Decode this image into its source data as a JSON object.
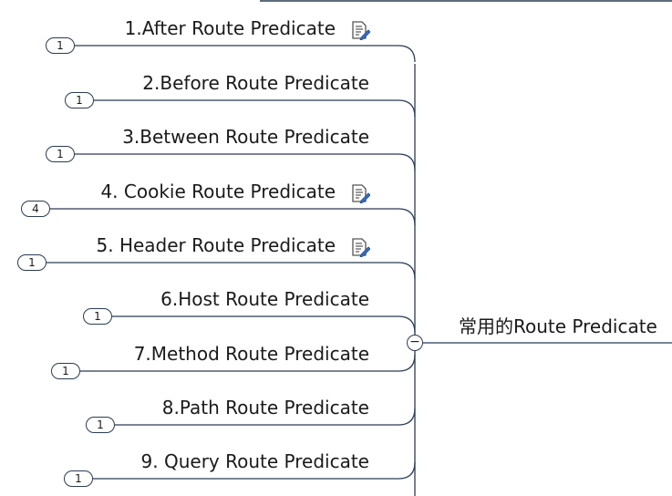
{
  "root": {
    "label": "常用的Route Predicate",
    "collapse_symbol": "−"
  },
  "branches": [
    {
      "label": "1.After Route Predicate",
      "count": "1",
      "has_note": true
    },
    {
      "label": "2.Before Route Predicate",
      "count": "1",
      "has_note": false
    },
    {
      "label": "3.Between Route Predicate",
      "count": "1",
      "has_note": false
    },
    {
      "label": "4. Cookie Route Predicate",
      "count": "4",
      "has_note": true
    },
    {
      "label": "5. Header Route Predicate",
      "count": "1",
      "has_note": true
    },
    {
      "label": "6.Host Route Predicate",
      "count": "1",
      "has_note": false
    },
    {
      "label": "7.Method Route Predicate",
      "count": "1",
      "has_note": false
    },
    {
      "label": "8.Path Route Predicate",
      "count": "1",
      "has_note": false
    },
    {
      "label": "9. Query Route Predicate",
      "count": "1",
      "has_note": false
    }
  ],
  "colors": {
    "line": "#2b3b55",
    "text": "#1a1a1a"
  }
}
